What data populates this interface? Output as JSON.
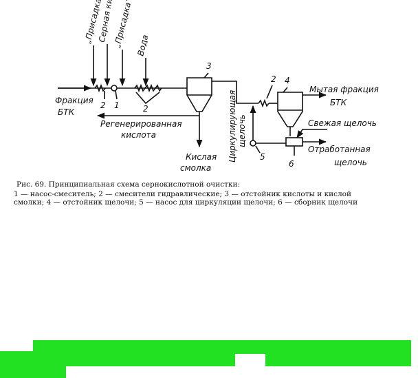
{
  "diagram": {
    "labels": {
      "prisadka_1": "„Присадка”",
      "sernaya_kislota": "Серная кислота",
      "prisadka_2": "„Присадка”",
      "voda": "Вода",
      "fraktsiya": "Фракция",
      "btk": "БТК",
      "num_2a": "2",
      "num_1": "1",
      "num_2b": "2",
      "num_3": "3",
      "num_2c": "2",
      "num_4": "4",
      "num_5": "5",
      "num_6": "6",
      "regenerirovannaya": "Регенерированная",
      "kislota": "кислота",
      "kislaya": "Кислая",
      "smolka": "смолка",
      "tsirkuliruyushchaya": "Циркулирующая",
      "shcheloch_circ": "щелочь",
      "mytaya_fraktsiya": "Мытая фракция",
      "btk_out": "БТК",
      "svezhaya_shcheloch": "Свежая щелочь",
      "otrabotannaya": "Отработанная",
      "shcheloch_out": "щелочь"
    }
  },
  "caption": {
    "line1": "Рис. 69. Принципиальная схема сернокислотной очистки:",
    "line2": "1 — насос-смеситель; 2 — смесители гидравлические; 3 — отстойник кислоты и кислой",
    "line3": "смолки; 4 — отстойник щелочи; 5 — насос для циркуляции щелочи; 6 — сборник щелочи"
  },
  "colors": {
    "ink": "#111111",
    "highlight": "#22e022"
  }
}
